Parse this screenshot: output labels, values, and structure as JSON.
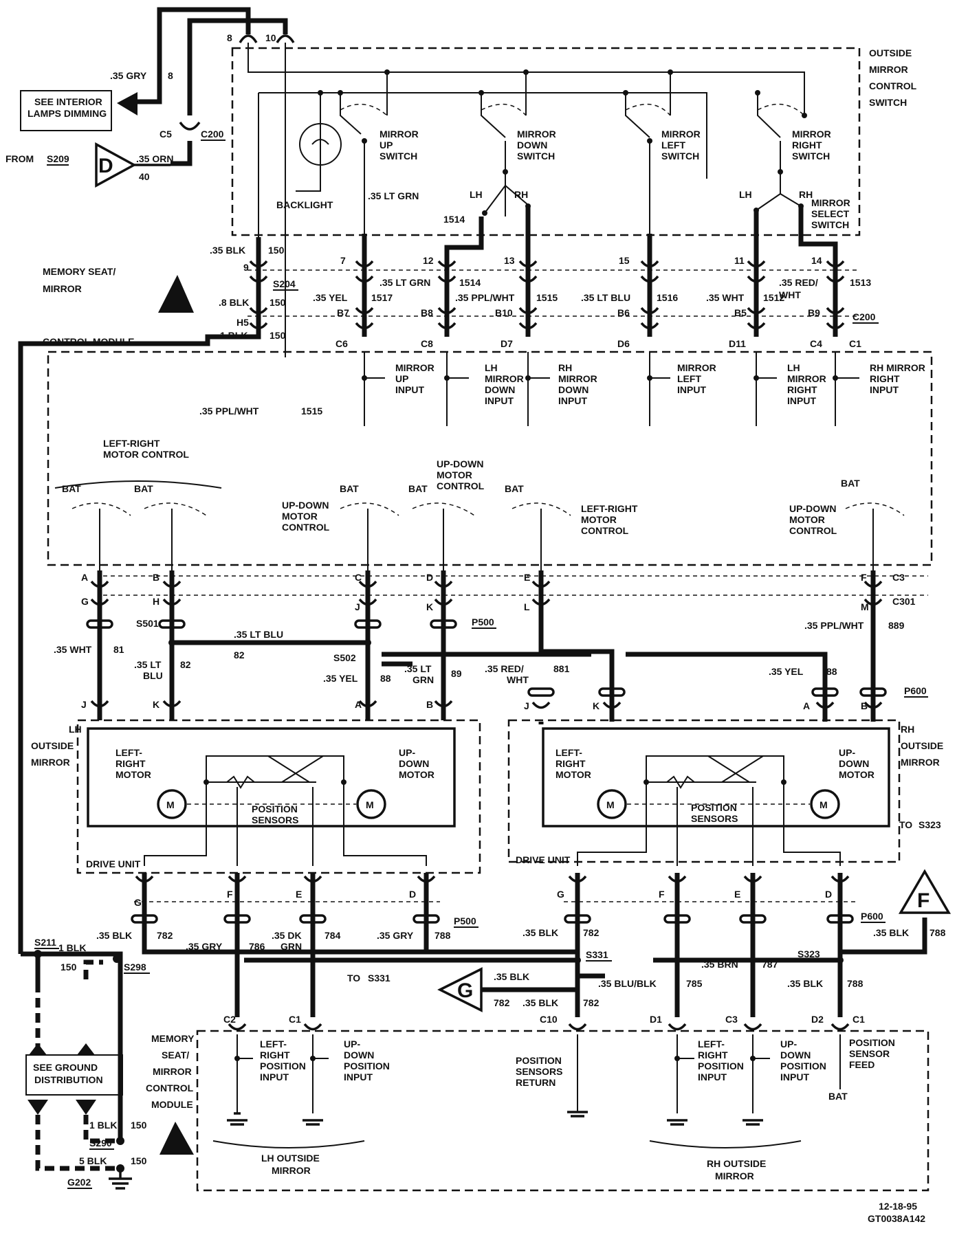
{
  "switch_box": {
    "title": [
      "OUTSIDE",
      "MIRROR",
      "CONTROL",
      "SWITCH"
    ],
    "backlight": "BACKLIGHT",
    "up_switch": [
      "MIRROR",
      "UP",
      "SWITCH"
    ],
    "down_switch": [
      "MIRROR",
      "DOWN",
      "SWITCH"
    ],
    "left_switch": [
      "MIRROR",
      "LEFT",
      "SWITCH"
    ],
    "right_switch": [
      "MIRROR",
      "RIGHT",
      "SWITCH"
    ],
    "select_switch": [
      "MIRROR",
      "SELECT",
      "SWITCH"
    ],
    "lh": "LH",
    "rh": "RH",
    "pins_top": [
      "8",
      "10"
    ]
  },
  "top_left": {
    "see_interior": [
      "SEE INTERIOR",
      "LAMPS DIMMING"
    ],
    "gry_wire": ".35 GRY",
    "pin8": "8",
    "c5": "C5",
    "c200": "C200",
    "from": "FROM",
    "s209": "S209",
    "d_label": "D",
    "orn_wire": ".35 ORN",
    "c40": "40"
  },
  "upper_wires": {
    "blk150": ".35 BLK",
    "c150": "150",
    "pin9": "9",
    "s204": "S204",
    "blk8": ".8 BLK",
    "c150b": "150",
    "h5": "H5",
    "blk1": "1 BLK",
    "c150c": "150",
    "ltgrn_top": ".35 LT GRN",
    "c1514_top": "1514",
    "pins": [
      "7",
      "12",
      "13",
      "15",
      "11",
      "14"
    ],
    "ltgrn": ".35 LT GRN",
    "c1514": "1514",
    "yel": ".35 YEL",
    "c1517": "1517",
    "pplwht": ".35 PPL/WHT",
    "c1515": "1515",
    "ltblu": ".35 LT BLU",
    "c1516": "1516",
    "wht": ".35 WHT",
    "c1512": "1512",
    "redwht": [
      ".35 RED/",
      "WHT"
    ],
    "c1513": "1513",
    "b_pins": [
      "B7",
      "B8",
      "B10",
      "B6",
      "B5",
      "B9"
    ],
    "c200": "C200",
    "c_pins": [
      "C6",
      "C8",
      "D7",
      "D6",
      "D11",
      "C4"
    ],
    "c1": "C1"
  },
  "module": {
    "title": [
      "MEMORY SEAT/",
      "MIRROR",
      "CONTROL MODULE"
    ],
    "ppl_wire": ".35 PPL/WHT",
    "c1515": "1515",
    "inputs": [
      [
        "MIRROR",
        "UP",
        "INPUT"
      ],
      [
        "LH",
        "MIRROR",
        "DOWN",
        "INPUT"
      ],
      [
        "RH",
        "MIRROR",
        "DOWN",
        "INPUT"
      ],
      [
        "MIRROR",
        "LEFT",
        "INPUT"
      ],
      [
        "LH",
        "MIRROR",
        "RIGHT",
        "INPUT"
      ],
      [
        "RH MIRROR",
        "RIGHT",
        "INPUT"
      ]
    ],
    "lr_control": [
      "LEFT-RIGHT",
      "MOTOR CONTROL"
    ],
    "ud_control_a": [
      "UP-DOWN",
      "MOTOR",
      "CONTROL"
    ],
    "ud_control_b": [
      "UP-DOWN",
      "MOTOR",
      "CONTROL"
    ],
    "lr_control_b": [
      "LEFT-RIGHT",
      "MOTOR",
      "CONTROL"
    ],
    "ud_control_c": [
      "UP-DOWN",
      "MOTOR",
      "CONTROL"
    ],
    "bat": "BAT"
  },
  "mid_wires": {
    "pins_a": [
      "A",
      "B",
      "C",
      "D",
      "E",
      "F"
    ],
    "c3": "C3",
    "pins_b": [
      "G",
      "H",
      "J",
      "K",
      "L",
      "M"
    ],
    "c301": "C301",
    "p500": "P500",
    "ppl": ".35 PPL/WHT",
    "c889": "889",
    "wht": ".35 WHT",
    "c81": "81",
    "s501": "S501",
    "ltblu": ".35 LT BLU",
    "c82": "82",
    "ltblu2": [
      ".35 LT",
      "BLU"
    ],
    "c82b": "82",
    "s502": "S502",
    "yel": ".35 YEL",
    "c88": "88",
    "ltgrn": [
      ".35 LT",
      "GRN"
    ],
    "c89": "89",
    "redwht": [
      ".35 RED/",
      "WHT"
    ],
    "c881": "881",
    "yel2": ".35 YEL",
    "c88b": "88",
    "p600": "P600",
    "lh_pins": [
      "J",
      "K",
      "A",
      "B"
    ],
    "rh_pins": [
      "J",
      "K",
      "A",
      "B"
    ]
  },
  "lh_mirror": {
    "title": [
      "LH",
      "OUTSIDE",
      "MIRROR"
    ],
    "lr_motor": [
      "LEFT-",
      "RIGHT",
      "MOTOR"
    ],
    "ud_motor": [
      "UP-",
      "DOWN",
      "MOTOR"
    ],
    "sensors": [
      "POSITION",
      "SENSORS"
    ],
    "m": "M",
    "drive_unit": "DRIVE UNIT"
  },
  "rh_mirror": {
    "title": [
      "RH",
      "OUTSIDE",
      "MIRROR"
    ],
    "lr_motor": [
      "LEFT-",
      "RIGHT",
      "MOTOR"
    ],
    "ud_motor": [
      "UP-",
      "DOWN",
      "MOTOR"
    ],
    "sensors": [
      "POSITION",
      "SENSORS"
    ],
    "m": "M",
    "drive_unit": "DRIVE UNIT",
    "to_s323": "TO",
    "s323_ref": "S323"
  },
  "lower_wires": {
    "lh_pins": [
      "G",
      "F",
      "E",
      "D"
    ],
    "p500": "P500",
    "rh_pins": [
      "G",
      "F",
      "E",
      "D"
    ],
    "p600": "P600",
    "blk": ".35 BLK",
    "c782": "782",
    "gry": ".35 GRY",
    "c786": "786",
    "dkgrn": [
      ".35 DK",
      "GRN"
    ],
    "c784": "784",
    "gry2": ".35 GRY",
    "c788": "788",
    "blk2": ".35 BLK",
    "c782b": "782",
    "blk3": ".35 BLK",
    "c788b": "788",
    "f_label": "F",
    "to": "TO",
    "s331_ref": "S331",
    "s331": "S331",
    "g_label": "G",
    "blk4": ".35 BLK",
    "c782c": "782",
    "blk5": ".35 BLK",
    "c782d": "782",
    "blubk": ".35 BLU/BLK",
    "c785": "785",
    "brn": ".35 BRN",
    "c787": "787",
    "s323": "S323",
    "blk6": ".35 BLK",
    "c788c": "788",
    "bottom_pins": [
      "C2",
      "C1",
      "C10",
      "D1",
      "C3",
      "D2"
    ],
    "c1": "C1"
  },
  "ground": {
    "s211": "S211",
    "blk1": "1 BLK",
    "c150": "150",
    "s298": "S298",
    "see_ground": [
      "SEE GROUND",
      "DISTRIBUTION"
    ],
    "blk1b": "1 BLK",
    "c150b": "150",
    "s290": "S290",
    "blk5": "5 BLK",
    "c150c": "150",
    "g202": "G202"
  },
  "bottom_module": {
    "title": [
      "MEMORY",
      "SEAT/",
      "MIRROR",
      "CONTROL",
      "MODULE"
    ],
    "lh_lr": [
      "LEFT-",
      "RIGHT",
      "POSITION",
      "INPUT"
    ],
    "lh_ud": [
      "UP-",
      "DOWN",
      "POSITION",
      "INPUT"
    ],
    "return": [
      "POSITION",
      "SENSORS",
      "RETURN"
    ],
    "rh_lr": [
      "LEFT-",
      "RIGHT",
      "POSITION",
      "INPUT"
    ],
    "rh_ud": [
      "UP-",
      "DOWN",
      "POSITION",
      "INPUT"
    ],
    "feed": [
      "POSITION",
      "SENSOR",
      "FEED"
    ],
    "bat": "BAT",
    "lh_outside": [
      "LH OUTSIDE",
      "MIRROR"
    ],
    "rh_outside": [
      "RH OUTSIDE",
      "MIRROR"
    ]
  },
  "footer": {
    "date": "12-18-95",
    "code": "GT0038A142"
  }
}
